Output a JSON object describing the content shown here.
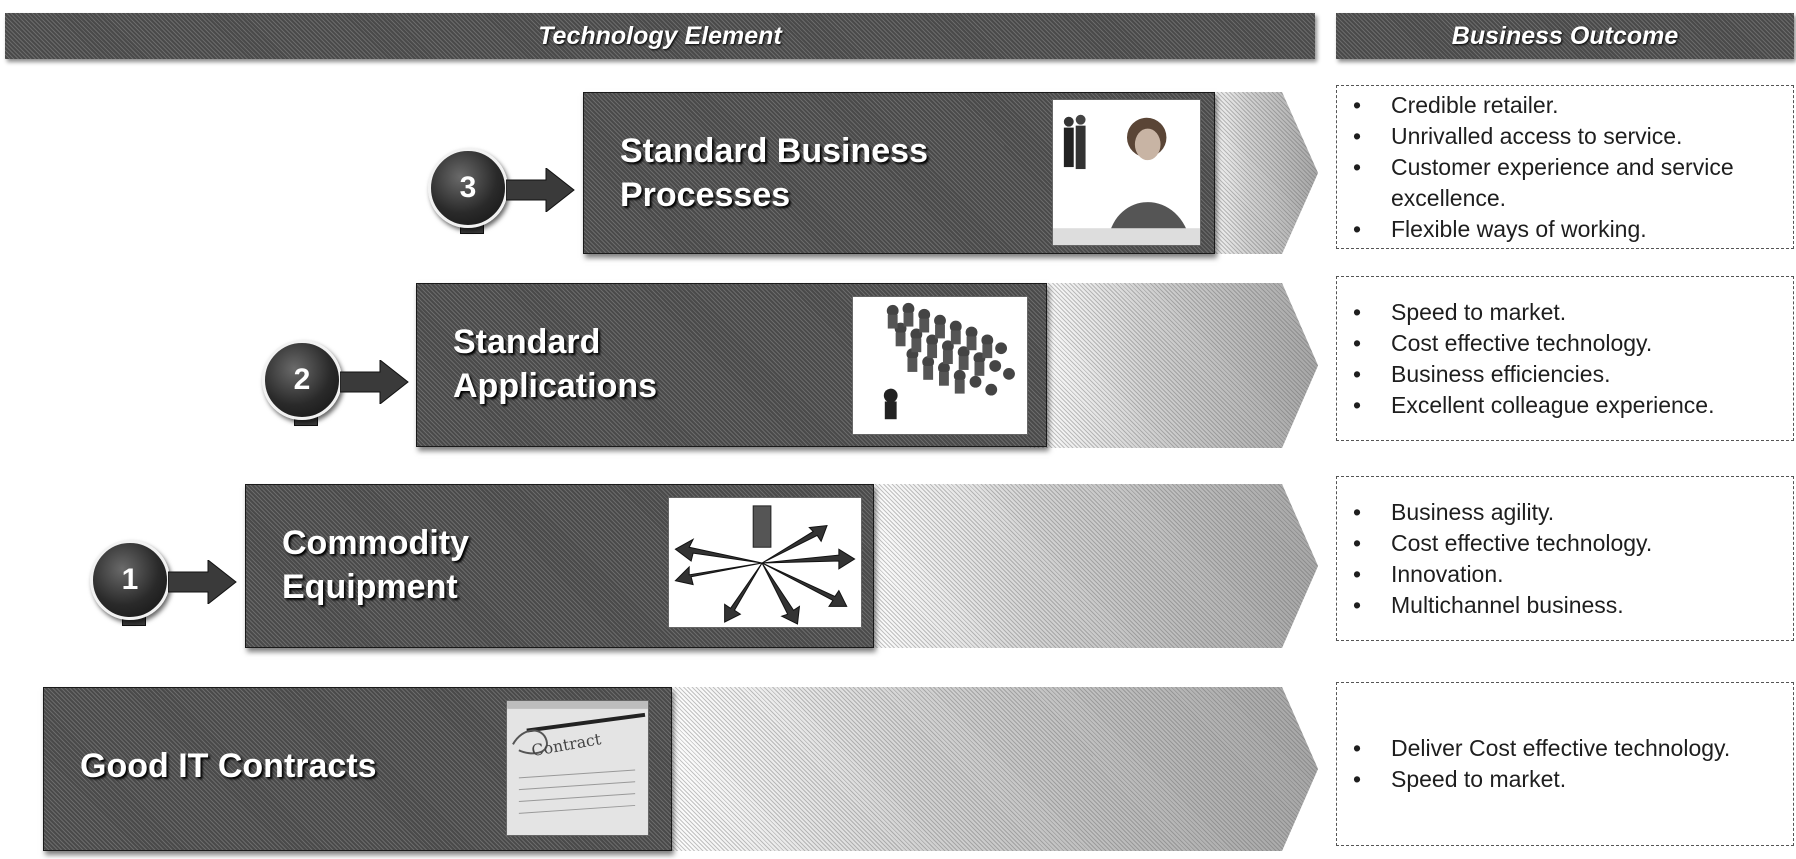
{
  "headers": {
    "technology": "Technology Element",
    "business": "Business Outcome"
  },
  "rows": [
    {
      "step": "3",
      "title_line1": "Standard Business",
      "title_line2": "Processes",
      "image": "business-people-photo",
      "outcomes": [
        "Credible retailer.",
        "Unrivalled access to service.",
        "Customer experience and service excellence.",
        "Flexible ways of working."
      ]
    },
    {
      "step": "2",
      "title_line1": "Standard",
      "title_line2": "Applications",
      "image": "crowd-figures-photo",
      "outcomes": [
        "Speed to market.",
        "Cost effective technology.",
        "Business efficiencies.",
        "Excellent colleague experience."
      ]
    },
    {
      "step": "1",
      "title_line1": "Commodity",
      "title_line2": "Equipment",
      "image": "radiating-arrows-photo",
      "outcomes": [
        "Business agility.",
        "Cost effective technology.",
        "Innovation.",
        "Multichannel business."
      ]
    },
    {
      "step": "",
      "title_line1": "Good IT Contracts",
      "title_line2": "",
      "image": "contract-document-photo",
      "outcomes": [
        "Deliver Cost effective technology.",
        "Speed to market."
      ]
    }
  ],
  "colors": {
    "box_fill": "#4a4a4a",
    "badge_fill": "#2a2a2a",
    "text_light": "#ffffff"
  }
}
